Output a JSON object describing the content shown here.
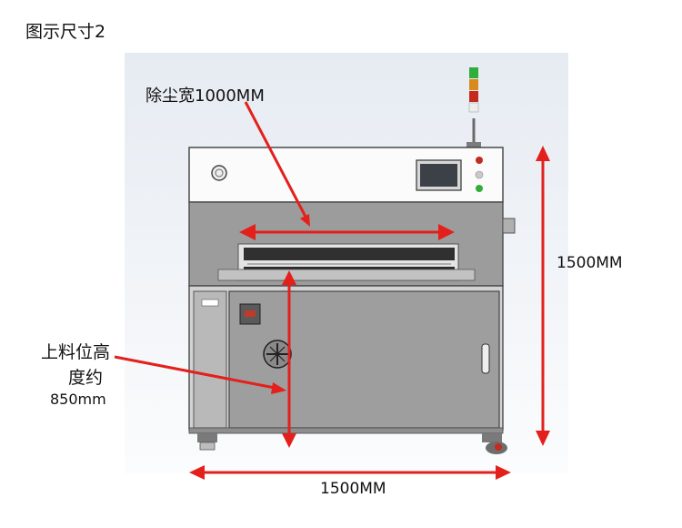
{
  "title": "图示尺寸2",
  "dimensions": {
    "dust_width": "除尘宽1000MM",
    "height": "1500MM",
    "width": "1500MM",
    "feed_height_line1": "上料位高",
    "feed_height_line2": "度约",
    "feed_height_value": "850mm"
  },
  "colors": {
    "arrow": "#e3201b",
    "panel": "#9c9c9c",
    "frame": "#d2d2d2",
    "lamp_green": "#2fae3b",
    "lamp_amber": "#d98a1d",
    "lamp_red": "#c42b1e"
  }
}
